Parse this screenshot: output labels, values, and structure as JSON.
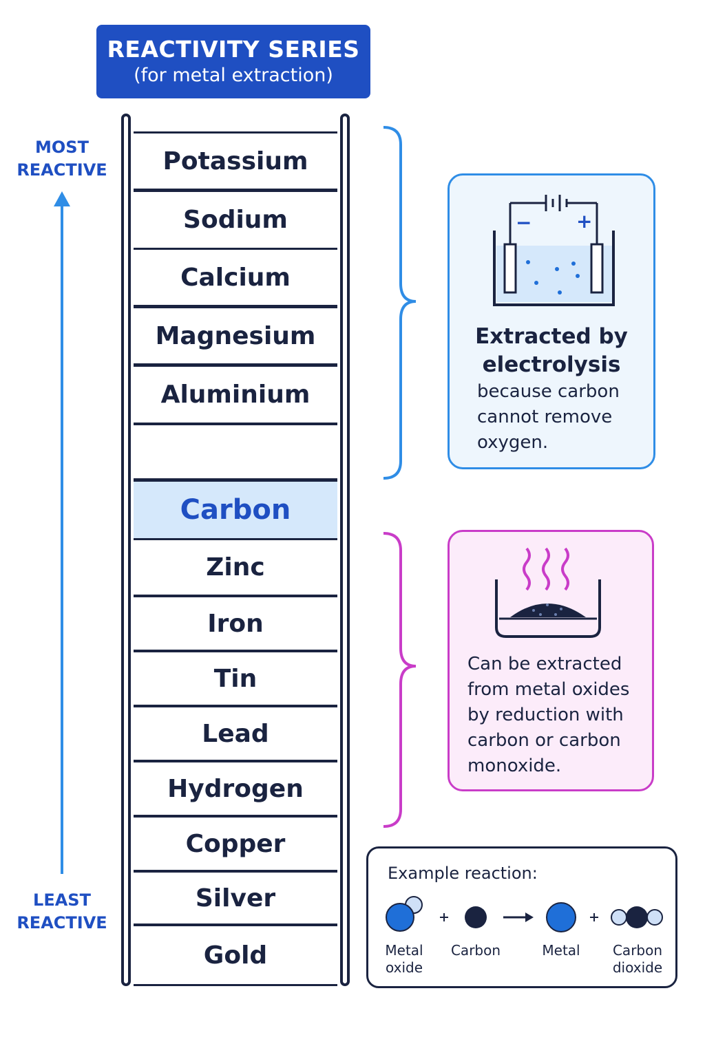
{
  "title": {
    "main": "REACTIVITY SERIES",
    "sub": "(for metal extraction)"
  },
  "axis": {
    "top": [
      "MOST",
      "REACTIVE"
    ],
    "bottom": [
      "LEAST",
      "REACTIVE"
    ]
  },
  "ladder": {
    "rungs": [
      "Potassium",
      "Sodium",
      "Calcium",
      "Magnesium",
      "Aluminium",
      "",
      "Carbon",
      "Zinc",
      "Iron",
      "Tin",
      "Lead",
      "Hydrogen",
      "Copper",
      "Silver",
      "Gold"
    ],
    "highlight": "Carbon"
  },
  "electrolysis": {
    "heading": [
      "Extracted by",
      "electrolysis"
    ],
    "body": [
      "because carbon",
      "cannot remove",
      "oxygen."
    ],
    "minus": "−",
    "plus": "+"
  },
  "reduction": {
    "body": [
      "Can be extracted",
      "from metal oxides",
      "by reduction with",
      "carbon or carbon",
      "monoxide."
    ]
  },
  "example": {
    "title": "Example reaction:",
    "plus": "+",
    "labels": {
      "metal_oxide": [
        "Metal",
        "oxide"
      ],
      "carbon": "Carbon",
      "metal": "Metal",
      "carbon_dioxide": [
        "Carbon",
        "dioxide"
      ]
    }
  },
  "colors": {
    "primary": "#1f4fc2",
    "arrow": "#2f8de6",
    "electrolysis_border": "#2f8de6",
    "reduction_border": "#c93cc8",
    "dark": "#1a2340",
    "carbon_highlight": "#d5e8fb"
  }
}
